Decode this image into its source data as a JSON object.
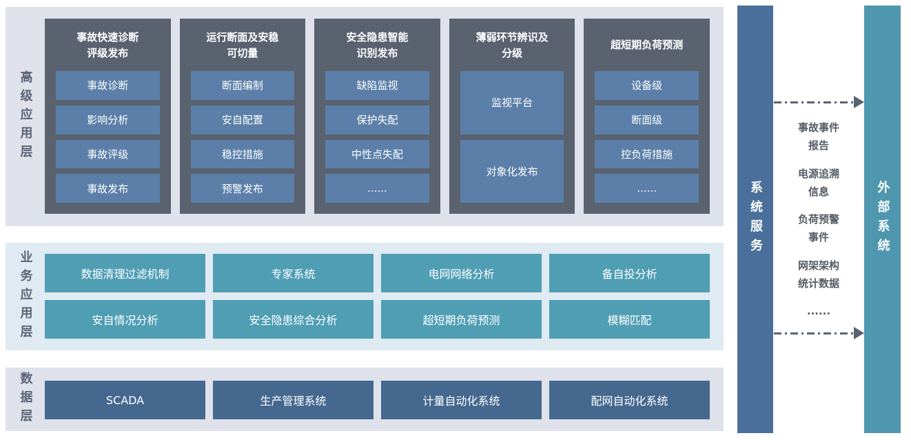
{
  "diagram": {
    "layers": {
      "advanced": {
        "label": "高级应用层",
        "columns": [
          {
            "title": "事故快速诊断\n评级发布",
            "items": [
              "事故诊断",
              "影响分析",
              "事故评级",
              "事故发布"
            ]
          },
          {
            "title": "运行断面及安稳\n可切量",
            "items": [
              "断面编制",
              "安自配置",
              "稳控措施",
              "预警发布"
            ]
          },
          {
            "title": "安全隐患智能\n识别发布",
            "items": [
              "缺陷监视",
              "保护失配",
              "中性点失配",
              "......"
            ]
          },
          {
            "title": "薄弱环节辨识及\n分级",
            "items": [
              "监视平台",
              "对象化发布"
            ]
          },
          {
            "title": "超短期负荷预测",
            "items": [
              "设备级",
              "断面级",
              "控负荷措施",
              "......"
            ]
          }
        ]
      },
      "business": {
        "label": "业务应用层",
        "rows": [
          [
            "数据清理过滤机制",
            "专家系统",
            "电网网络分析",
            "备自投分析"
          ],
          [
            "安自情况分析",
            "安全隐患综合分析",
            "超短期负荷预测",
            "模糊匹配"
          ]
        ]
      },
      "data": {
        "label": "数据层",
        "items": [
          "SCADA",
          "生产管理系统",
          "计量自动化系统",
          "配网自动化系统"
        ]
      }
    },
    "right_side": {
      "system_service_label": "系统服务",
      "external_system_label": "外部系统",
      "exchange_items": [
        "事故事件报告",
        "电源追溯信息",
        "负荷预警事件",
        "网架架构统计数据",
        "......"
      ]
    },
    "colors": {
      "panel_bg_gray": "#dfe2ea",
      "panel_bg_blue": "#e0eaf2",
      "column_bg": "#5a626f",
      "app_item_bg": "#5b7fa8",
      "business_item_bg": "#4f9eb4",
      "data_item_bg": "#45688f",
      "system_service_bar_bg": "#4a6f9b",
      "external_system_bar_bg": "#4f97ae",
      "arrow_color": "#5a6373",
      "layer_label_color": "#5b6475",
      "exchange_text_color": "#565c66"
    }
  }
}
